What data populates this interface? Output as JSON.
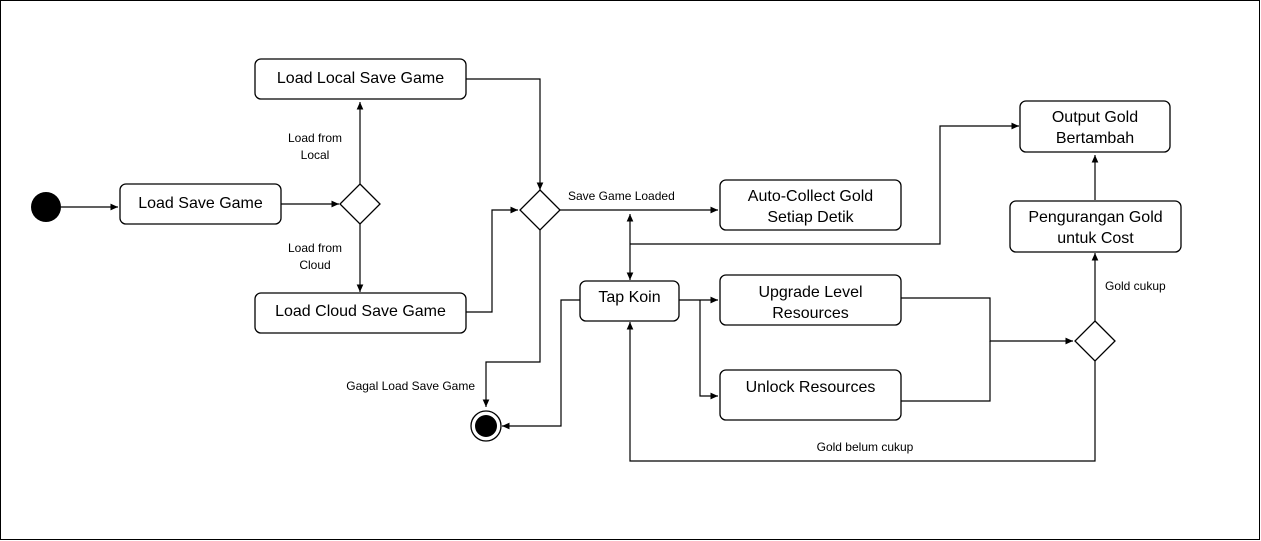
{
  "nodes": {
    "load_save_game": "Load Save Game",
    "load_local": "Load Local Save Game",
    "load_cloud": "Load Cloud Save Game",
    "auto_collect": [
      "Auto-Collect Gold",
      "Setiap Detik"
    ],
    "tap_koin": "Tap Koin",
    "upgrade_level": [
      "Upgrade Level",
      "Resources"
    ],
    "unlock_resources": "Unlock Resources",
    "pengurangan_gold": [
      "Pengurangan Gold",
      "untuk Cost"
    ],
    "output_gold": [
      "Output Gold",
      "Bertambah"
    ]
  },
  "edge_labels": {
    "load_from_local": [
      "Load from",
      "Local"
    ],
    "load_from_cloud": [
      "Load from",
      "Cloud"
    ],
    "save_game_loaded": "Save Game Loaded",
    "gagal_load": "Gagal Load Save Game",
    "gold_cukup": "Gold cukup",
    "gold_belum_cukup": "Gold belum cukup"
  }
}
